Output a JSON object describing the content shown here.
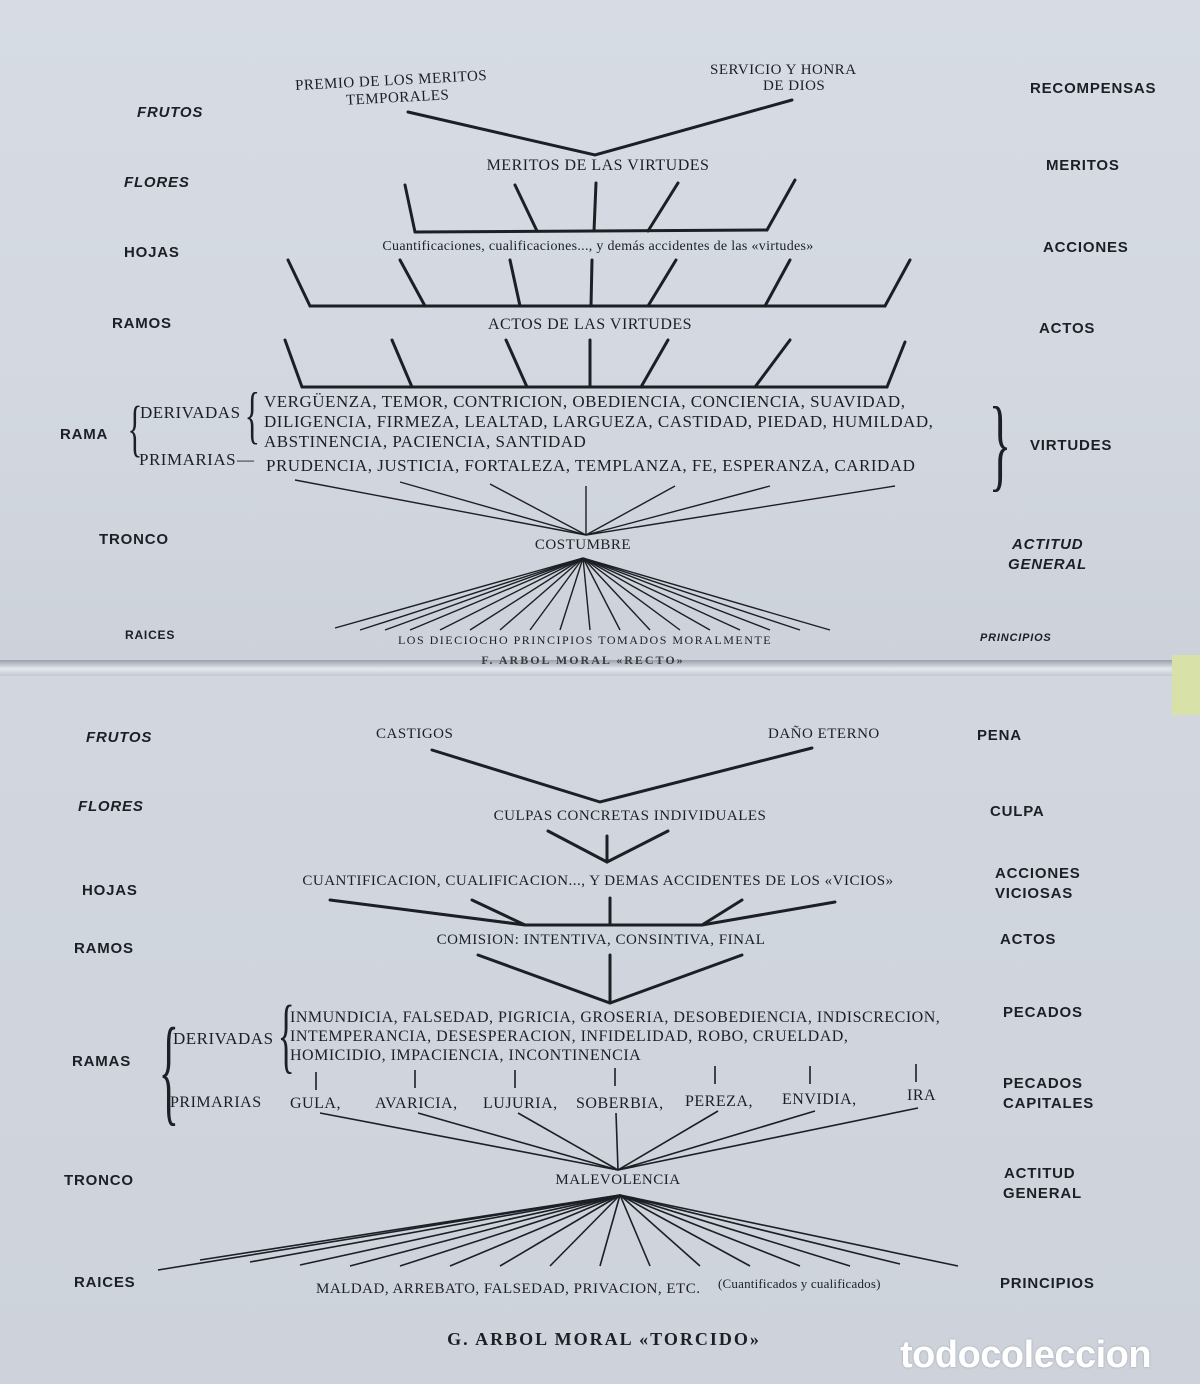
{
  "top": {
    "left": {
      "frutos": "FRUTOS",
      "flores": "FLORES",
      "hojas": "HOJAS",
      "ramos": "RAMOS",
      "rama": "RAMA",
      "tronco": "TRONCO",
      "raices": "RAICES"
    },
    "right": {
      "recompensas": "RECOMPENSAS",
      "meritos": "MERITOS",
      "acciones": "ACCIONES",
      "actos": "ACTOS",
      "virtudes": "VIRTUDES",
      "actitud1": "ACTITUD",
      "actitud2": "GENERAL",
      "principios": "PRINCIPIOS"
    },
    "fruit_left_1": "PREMIO DE LOS MERITOS",
    "fruit_left_2": "TEMPORALES",
    "fruit_right_1": "SERVICIO Y HONRA",
    "fruit_right_2": "DE DIOS",
    "flowers": "MERITOS DE LAS VIRTUDES",
    "leaves": "Cuantificaciones, cualificaciones..., y demás accidentes de las «virtudes»",
    "twigs": "ACTOS DE LAS VIRTUDES",
    "derivadas_label": "DERIVADAS",
    "primarias_label": "PRIMARIAS",
    "derivadas_lines": [
      "VERGÜENZA, TEMOR, CONTRICION, OBEDIENCIA, CONCIENCIA, SUAVIDAD,",
      "DILIGENCIA, FIRMEZA, LEALTAD, LARGUEZA, CASTIDAD, PIEDAD, HUMILDAD,",
      "ABSTINENCIA, PACIENCIA, SANTIDAD"
    ],
    "primarias_line": "PRUDENCIA, JUSTICIA, FORTALEZA, TEMPLANZA, FE, ESPERANZA, CARIDAD",
    "trunk": "COSTUMBRE",
    "roots": "LOS DIECIOCHO PRINCIPIOS TOMADOS MORALMENTE",
    "caption": "F. ARBOL MORAL «RECTO»"
  },
  "bottom": {
    "left": {
      "frutos": "FRUTOS",
      "flores": "FLORES",
      "hojas": "HOJAS",
      "ramos": "RAMOS",
      "ramas": "RAMAS",
      "tronco": "TRONCO",
      "raices": "RAICES"
    },
    "right": {
      "pena": "PENA",
      "culpa": "CULPA",
      "acciones1": "ACCIONES",
      "acciones2": "VICIOSAS",
      "actos": "ACTOS",
      "pecados": "PECADOS",
      "capitales1": "PECADOS",
      "capitales2": "CAPITALES",
      "actitud1": "ACTITUD",
      "actitud2": "GENERAL",
      "principios": "PRINCIPIOS"
    },
    "fruit_left": "CASTIGOS",
    "fruit_right": "DAÑO ETERNO",
    "flowers": "CULPAS CONCRETAS INDIVIDUALES",
    "leaves": "CUANTIFICACION, CUALIFICACION..., Y DEMAS ACCIDENTES DE LOS «VICIOS»",
    "twigs": "COMISION: INTENTIVA, CONSINTIVA, FINAL",
    "derivadas_label": "DERIVADAS",
    "primarias_label": "PRIMARIAS",
    "derivadas_lines": [
      "INMUNDICIA, FALSEDAD, PIGRICIA, GROSERIA, DESOBEDIENCIA, INDISCRECION,",
      "INTEMPERANCIA, DESESPERACION, INFIDELIDAD, ROBO, CRUELDAD,",
      "HOMICIDIO, IMPACIENCIA, INCONTINENCIA"
    ],
    "capitales": [
      "GULA,",
      "AVARICIA,",
      "LUJURIA,",
      "SOBERBIA,",
      "PEREZA,",
      "ENVIDIA,",
      "IRA"
    ],
    "trunk": "MALEVOLENCIA",
    "roots": "MALDAD, ARREBATO, FALSEDAD, PRIVACION, ETC.",
    "roots_note": "(Cuantificados y cualificados)",
    "caption": "G. ARBOL MORAL «TORCIDO»"
  },
  "watermark": "todocoleccion"
}
